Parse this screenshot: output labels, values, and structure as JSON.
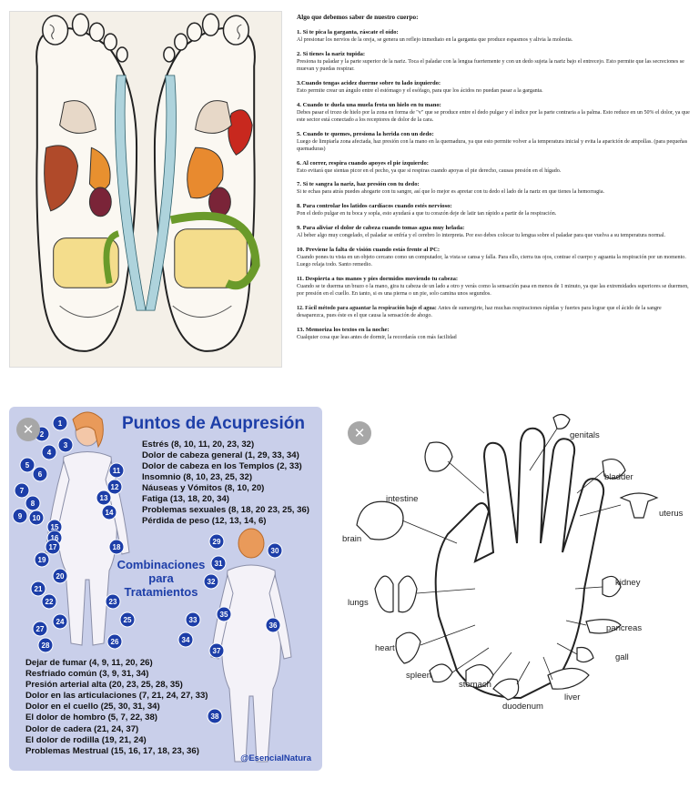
{
  "article": {
    "intro": "Algo que debemos saber de nuestro cuerpo:",
    "tips": [
      {
        "title": "1. Si te pica la garganta, ráscate el oído:",
        "body": "Al presionar los nervios de la oreja, se genera un reflejo inmediato en la garganta que produce espasmos y alivia la molestia."
      },
      {
        "title": "2. Si tienes la nariz tupida:",
        "body": "Presiona tu paladar y la parte superior de la nariz. Toca el paladar con la lengua fuertemente y con un dedo sujeta la nariz bajo el entrecejo. Esto permite que las secreciones se muevan y puedas respirar."
      },
      {
        "title": "3.Cuando tengas acidez duerme sobre tu lado izquierdo:",
        "body": "Esto permite crear un ángulo entre el estómago y el esófago, para que los ácidos no puedan pasar a la garganta."
      },
      {
        "title": "4. Cuando te duela una muela frota un hielo en tu mano:",
        "body": "Debes pasar el trozo de hielo por la zona en forma de \"v\" que se produce entre el dedo pulgar y el índice por la parte contraria a la palma. Esto reduce en un 50% el dolor, ya que este sector está conectado a los receptores de dolor de la cara."
      },
      {
        "title": "5. Cuando te quemes, presiona la herida con un dedo:",
        "body": "Luego de limpiarla zona afectada, haz presión con la mano en la quemadura, ya que esto permite volver a la temperatura inicial y evita la aparición de ampollas. (para pequeñas quemaduras)"
      },
      {
        "title": "6. Al correr, respira cuando apoyes el pie izquierdo:",
        "body": "Esto evitará que sientas picor en el pecho, ya que si respiras cuando apoyas el pie derecho, causas presión en el hígado."
      },
      {
        "title": "7. Si te sangra la nariz, haz presión con tu dedo:",
        "body": "Si te echas para atrás puedes ahogarte con tu sangre, así que lo mejor es apretar con tu dedo el lado de la nariz en que tienes la hemorragia."
      },
      {
        "title": "8. Para controlar los latidos cardíacos cuando estés nervioso:",
        "body": "Pon el dedo pulgar en tu boca y sopla, esto ayudará a que tu corazón deje de latir tan rápido a partir de la respiración."
      },
      {
        "title": "9. Para aliviar el dolor de cabeza cuando tomas agua muy helada:",
        "body": "Al beber algo muy congelado, el paladar se enfría y el cerebro lo interpreta. Por eso debes colocar tu lengua sobre el paladar para que vuelva a su temperatura normal."
      },
      {
        "title": "10. Previene la falta de visión cuando estás frente al PC:",
        "body": "Cuando pones tu vista en un objeto cercano como un computador, la vista se cansa y falla. Para ello, cierra tus ojos, contrae el cuerpo y aguanta la respiración por un momento. Luego relaja todo. Santo remedio."
      },
      {
        "title": "11. Despierta a tus manos y pies dormidos moviendo tu cabeza:",
        "body": "Cuando se te duerma un brazo o la mano, gira tu cabeza de un lado a otro y verás como la sensación pasa en menos de 1 minuto, ya que las extremidades superiores se duermen, por presión en el cuello. En tanto, si es una pierna o un pie, solo camina unos segundos."
      },
      {
        "title": "",
        "inline_title": "12. Fácil método para aguantar la respiración bajo el agua:",
        "body": " Antes de sumergirte, haz muchas respiraciones rápidas y fuertes para lograr que el ácido de la sangre desaparezca, pues éste es el que causa la sensación de ahogo."
      },
      {
        "title": "13. Memoriza los textos en la noche:",
        "body": "Cualquier cosa que leas antes de dormir, la recordarás con más facilidad"
      }
    ]
  },
  "acupressure": {
    "title": "Puntos de Acupresión",
    "symptoms": [
      "Estrés (8, 10, 11, 20, 23, 32)",
      "Dolor de cabeza general (1, 29, 33, 34)",
      "Dolor de cabeza en los Templos (2, 33)",
      "Insomnio (8, 10, 23, 25, 32)",
      "Náuseas y Vómitos (8, 10, 20)",
      "Fatiga (13, 18, 20, 34)",
      "Problemas sexuales (8, 18, 20 23, 25, 36)",
      "Pérdida de peso (12, 13, 14, 6)"
    ],
    "combi_title": [
      "Combinaciones",
      "para",
      "Tratamientos"
    ],
    "combos": [
      "Dejar de fumar (4, 9, 11, 20, 26)",
      "Resfriado común (3, 9, 31, 34)",
      "Presión arterial alta (20, 23, 25, 28, 35)",
      "Dolor en las articulaciones (7, 21, 24, 27, 33)",
      "Dolor en el cuello (25, 30, 31, 34)",
      "El dolor de hombro (5, 7, 22, 38)",
      "Dolor de cadera (21, 24, 37)",
      "El dolor de rodilla (19, 21, 24)",
      "Problemas Mestrual (15, 16, 17, 18, 23, 36)"
    ],
    "brand": "@EsencialNatura",
    "points": [
      "1",
      "2",
      "3",
      "4",
      "5",
      "6",
      "7",
      "8",
      "9",
      "10",
      "11",
      "12",
      "13",
      "14",
      "15",
      "16",
      "17",
      "18",
      "19",
      "20",
      "21",
      "22",
      "23",
      "24",
      "25",
      "26",
      "27",
      "28",
      "29",
      "30",
      "31",
      "32",
      "33",
      "34",
      "35",
      "36",
      "37",
      "38"
    ],
    "accent_color": "#1d3ea8",
    "point_color": "#1d3ea8",
    "close_glyph": "✕"
  },
  "hand": {
    "labels": {
      "genitals": "genitals",
      "bladder": "bladder",
      "uterus": "uterus",
      "intestine": "intestine",
      "brain": "brain",
      "kidney": "kidney",
      "lungs": "lungs",
      "pancreas": "pancreas",
      "heart": "heart",
      "gall": "gall",
      "spleen": "spleen",
      "stomach": "stomach",
      "liver": "liver",
      "duodenum": "duodenum"
    },
    "close_glyph": "✕"
  }
}
